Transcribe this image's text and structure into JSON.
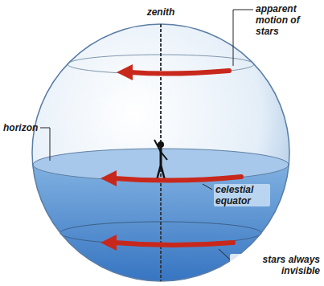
{
  "diagram": {
    "labels": [
      "zenith",
      "apparent motion of stars",
      "horizon",
      "celestial equator",
      "stars always invisible"
    ]
  }
}
